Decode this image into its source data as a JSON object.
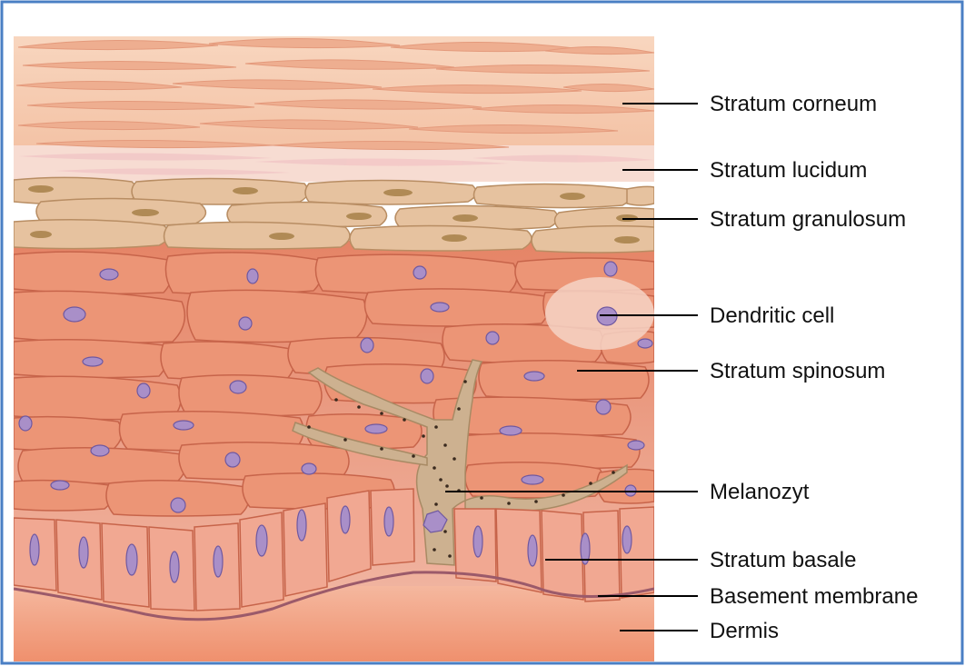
{
  "labels": [
    {
      "id": "stratum-corneum",
      "text": "Stratum corneum"
    },
    {
      "id": "stratum-lucidum",
      "text": "Stratum lucidum"
    },
    {
      "id": "stratum-granulosum",
      "text": "Stratum granulosum"
    },
    {
      "id": "dendritic-cell",
      "text": "Dendritic cell"
    },
    {
      "id": "stratum-spinosum",
      "text": "Stratum spinosum"
    },
    {
      "id": "melanozyt",
      "text": "Melanozyt"
    },
    {
      "id": "stratum-basale",
      "text": "Stratum basale"
    },
    {
      "id": "basement-membrane",
      "text": "Basement membrane"
    },
    {
      "id": "dermis",
      "text": "Dermis"
    }
  ],
  "colors": {
    "frame_border": "#4a7fc4",
    "corneum": "#f6cdb0",
    "corneum_flakes": "#eeb193",
    "lucidum": "#f7dcd0",
    "granulosum_cell": "#e7c3a0",
    "granulosum_nucleus": "#b08a55",
    "spinosum_cell": "#ea8f70",
    "spinosum_outline": "#c8644a",
    "nucleus": "#a98fc8",
    "nucleus_outline": "#6f58a0",
    "melanocyte": "#cdb190",
    "basal_cell": "#f1a690",
    "membrane": "#9b5a6a",
    "dermis_top": "#f8cbb5",
    "dermis_bottom": "#f29a78",
    "leader_line": "#000000"
  }
}
